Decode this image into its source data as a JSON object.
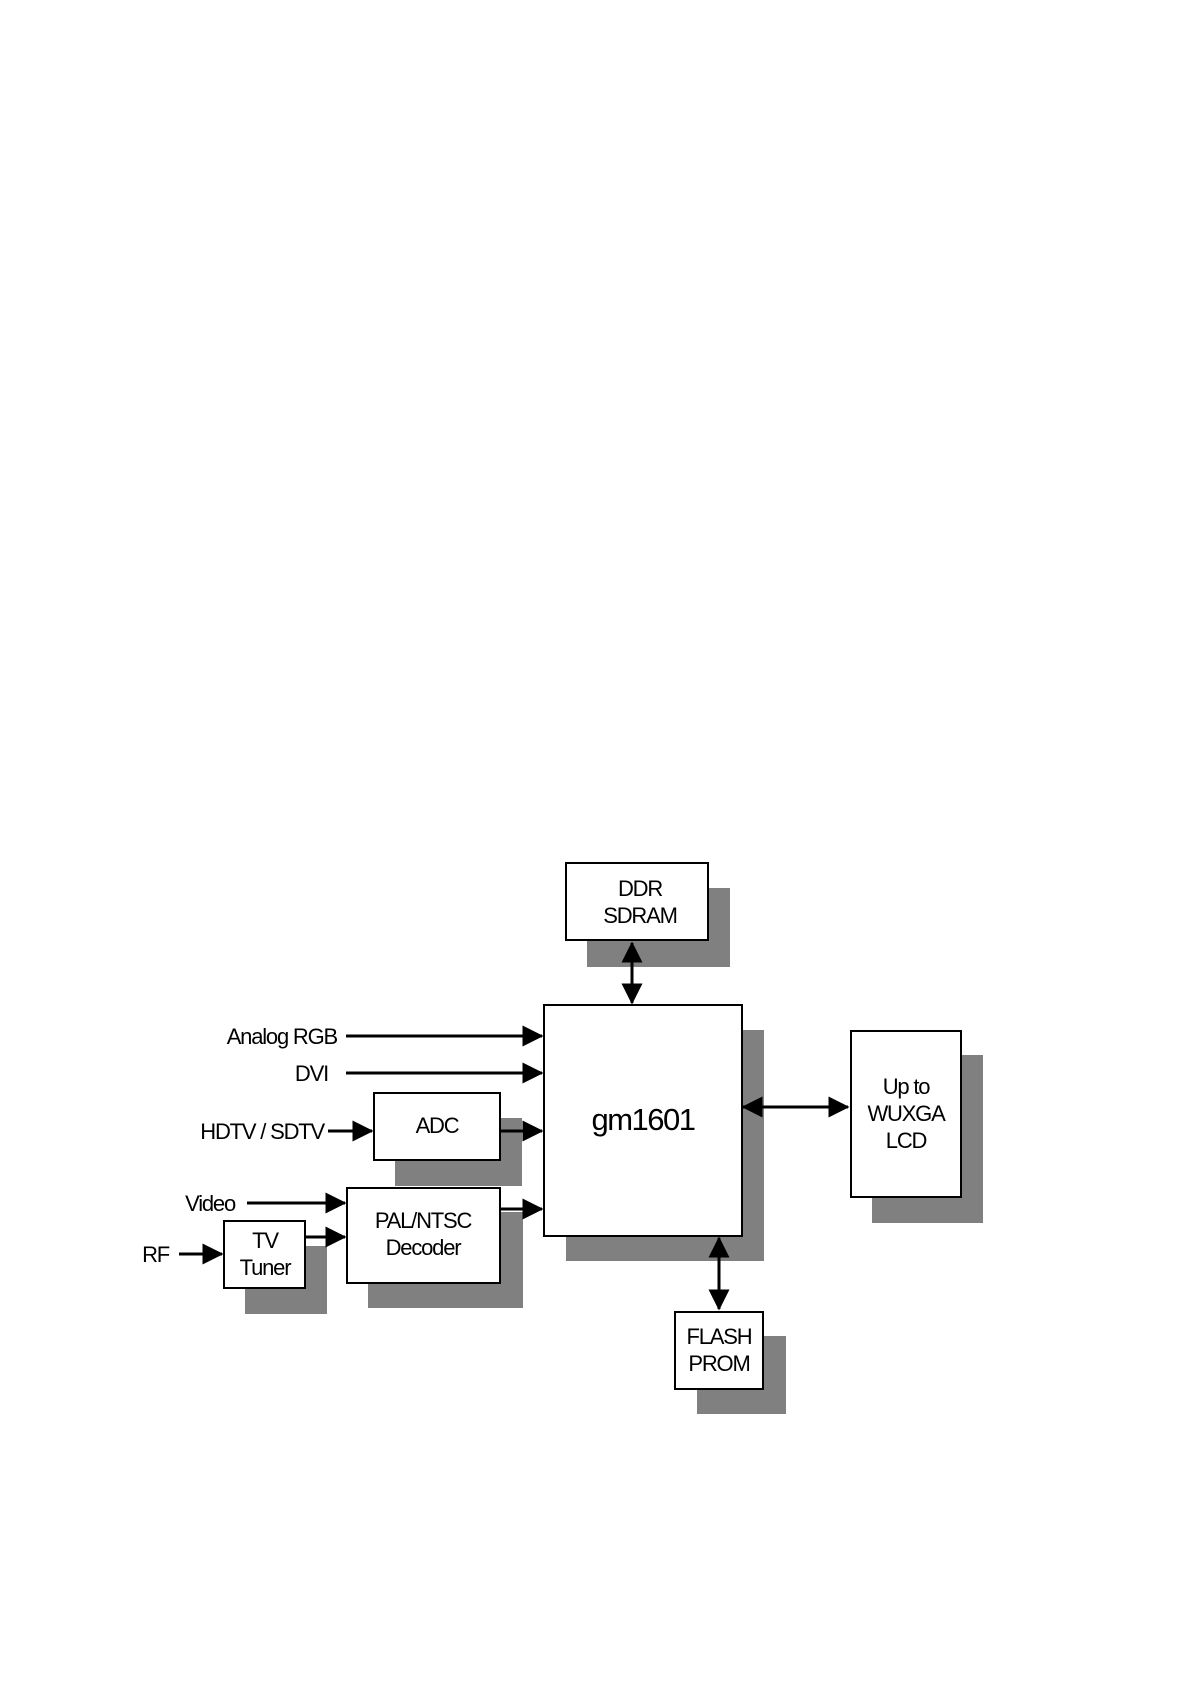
{
  "diagram": {
    "blocks": {
      "ddr": [
        "DDR",
        "SDRAM"
      ],
      "core": "gm1601",
      "lcd": [
        "Up to",
        "WUXGA",
        "LCD"
      ],
      "adc": "ADC",
      "decoder": [
        "PAL/NTSC",
        "Decoder"
      ],
      "tuner": [
        "TV",
        "Tuner"
      ],
      "flash": [
        "FLASH",
        "PROM"
      ]
    },
    "inputs": {
      "analog_rgb": "Analog RGB",
      "dvi": "DVI",
      "hdtv_sdtv": "HDTV / SDTV",
      "video": "Video",
      "rf": "RF"
    },
    "colors": {
      "shadow": "#808080",
      "line": "#000000",
      "box_fill": "#ffffff"
    }
  }
}
